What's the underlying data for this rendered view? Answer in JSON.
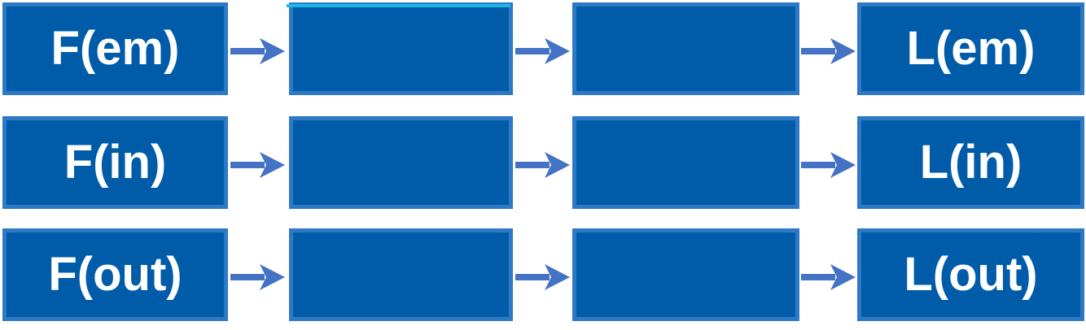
{
  "diagram": {
    "background": "#ffffff",
    "colors": {
      "background": "#ffffff",
      "box_fill": "#005CA9",
      "box_border": "#2E79C5",
      "arrow": "#4472C4",
      "text": "#ffffff",
      "highlight_strip": "#1FB5E9"
    },
    "rows": [
      {
        "name": "em",
        "boxes": [
          {
            "label": "F(em)"
          },
          {
            "label": ""
          },
          {
            "label": ""
          },
          {
            "label": "L(em)"
          }
        ]
      },
      {
        "name": "in",
        "boxes": [
          {
            "label": "F(in)"
          },
          {
            "label": ""
          },
          {
            "label": ""
          },
          {
            "label": "L(in)"
          }
        ]
      },
      {
        "name": "out",
        "boxes": [
          {
            "label": "F(out)"
          },
          {
            "label": ""
          },
          {
            "label": ""
          },
          {
            "label": "L(out)"
          }
        ]
      }
    ]
  }
}
